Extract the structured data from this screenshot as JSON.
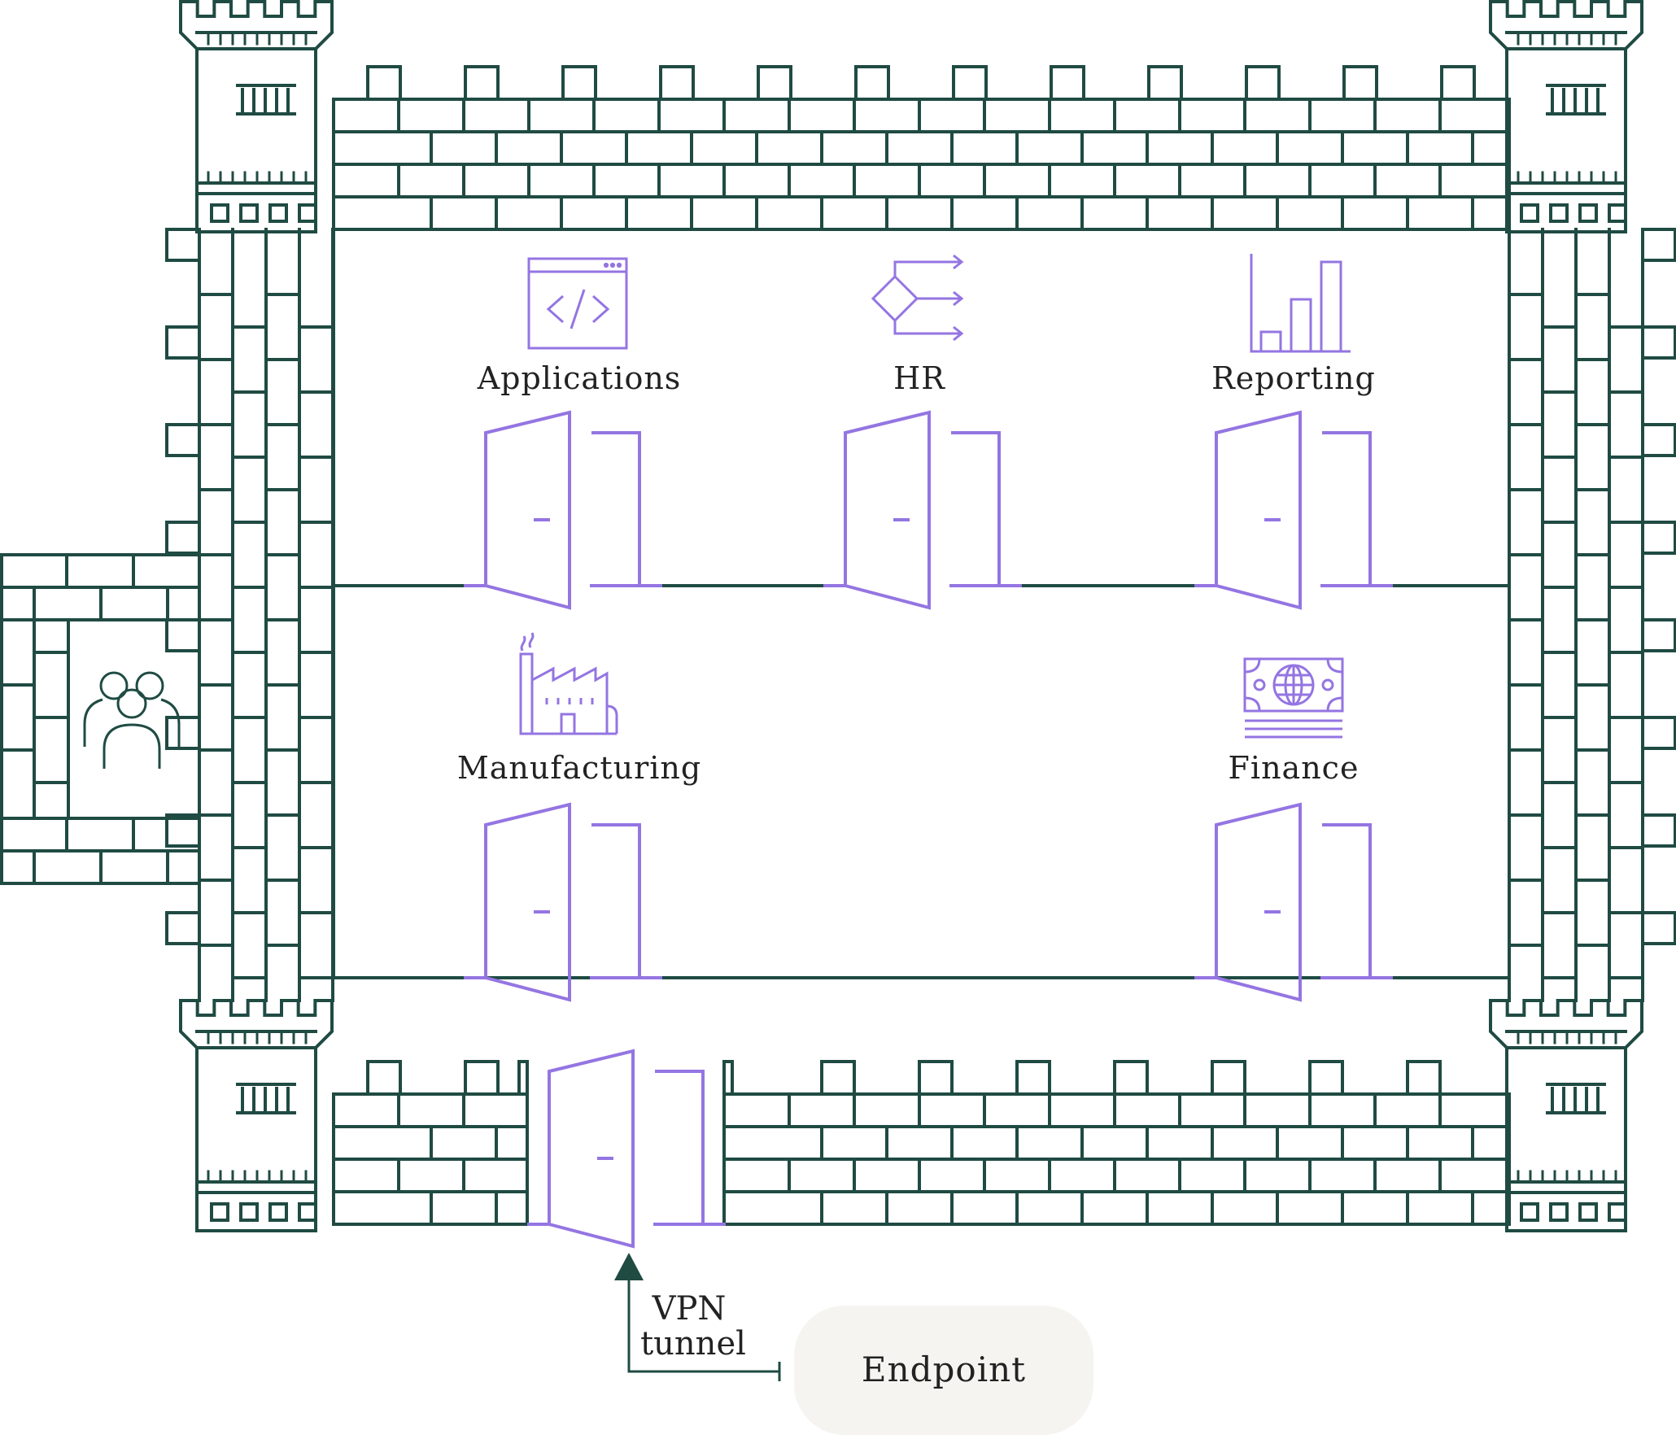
{
  "colors": {
    "wall": "#1f4b43",
    "accent": "#9475e2",
    "endpoint_bg": "#f5f4f0",
    "text": "#222222"
  },
  "departments": [
    {
      "label": "Applications",
      "icon": "code-window-icon"
    },
    {
      "label": "HR",
      "icon": "flowchart-icon"
    },
    {
      "label": "Reporting",
      "icon": "bar-chart-icon"
    },
    {
      "label": "Manufacturing",
      "icon": "factory-icon"
    },
    {
      "label": "Finance",
      "icon": "banknote-globe-icon"
    }
  ],
  "gatehouse_icon": "people-group-icon",
  "vpn": {
    "line1": "VPN",
    "line2": "tunnel"
  },
  "endpoint": {
    "label": "Endpoint"
  }
}
